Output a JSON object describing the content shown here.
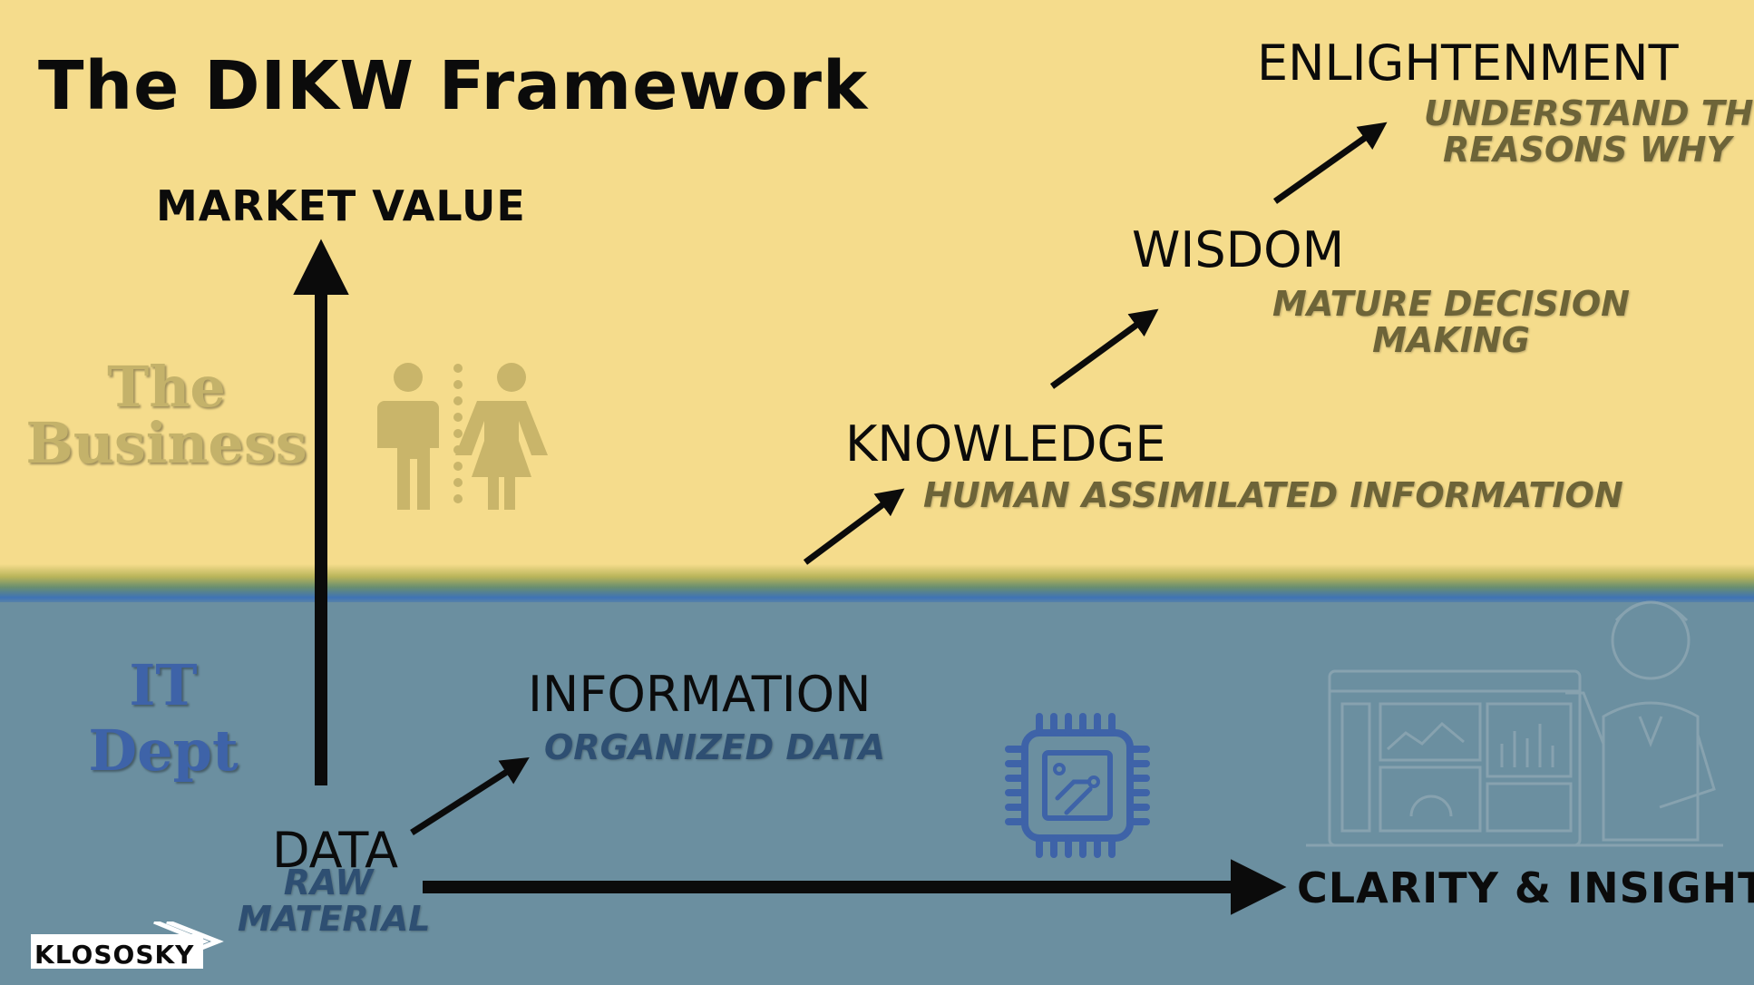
{
  "title": "The DIKW Framework",
  "axes": {
    "vertical_label": "MARKET VALUE",
    "horizontal_label": "CLARITY & INSIGHT"
  },
  "zones": {
    "business": {
      "line1": "The",
      "line2": "Business",
      "color": "#c4b26a",
      "background": "#f5dc8c"
    },
    "it": {
      "line1": "IT",
      "line2": "Dept",
      "color": "#3e63a8",
      "background": "#6b8fa0"
    }
  },
  "stages": {
    "data": {
      "name": "DATA",
      "sub_line1": "RAW",
      "sub_line2": "MATERIAL"
    },
    "information": {
      "name": "INFORMATION",
      "sub": "ORGANIZED DATA"
    },
    "knowledge": {
      "name": "KNOWLEDGE",
      "sub": "HUMAN ASSIMILATED INFORMATION"
    },
    "wisdom": {
      "name": "WISDOM",
      "sub_line1": "MATURE DECISION",
      "sub_line2": "MAKING"
    },
    "enlightenment": {
      "name": "ENLIGHTENMENT",
      "sub_line1": "UNDERSTAND THE",
      "sub_line2": "REASONS WHY"
    }
  },
  "logo": {
    "text": "KLOSOSKY"
  },
  "icons": [
    "people-icon",
    "cpu-chip-icon",
    "dashboard-presenter-icon",
    "arrow-icon"
  ]
}
